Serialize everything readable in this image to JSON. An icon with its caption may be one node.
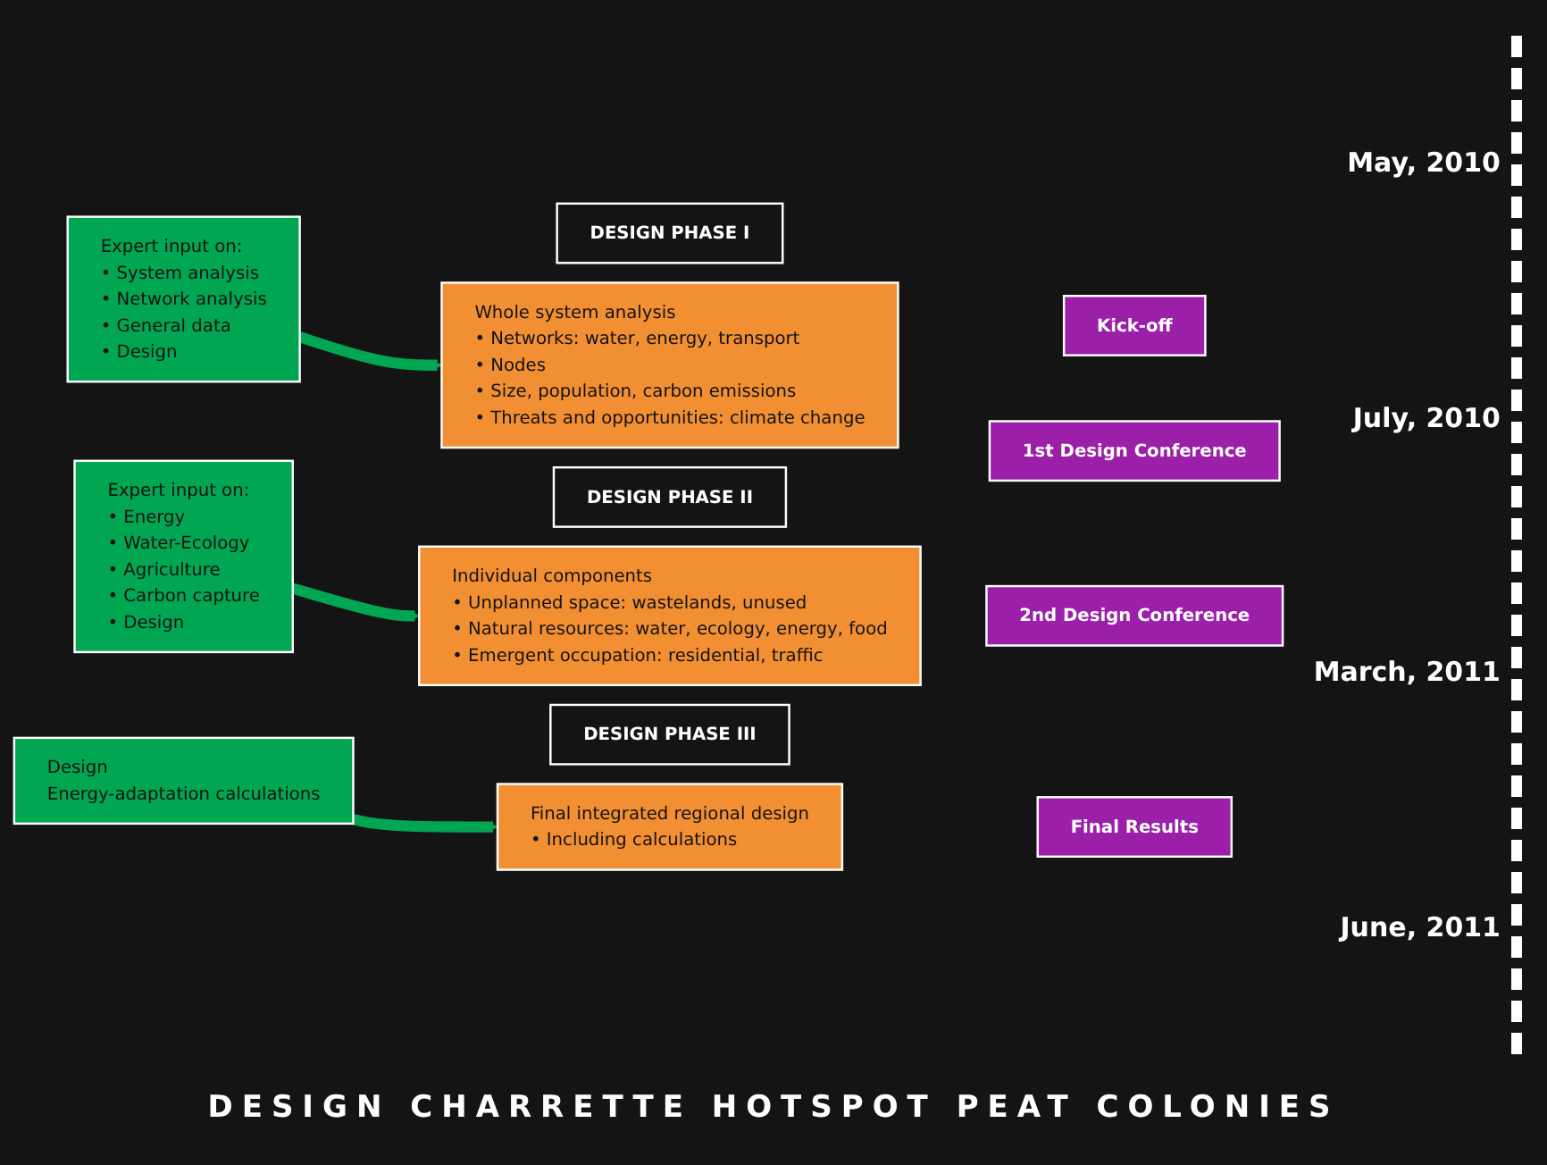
{
  "diagram": {
    "title": "DESIGN CHARRETTE HOTSPOT PEAT COLONIES",
    "nodes": [
      {
        "text": [
          "DESIGN PHASE I"
        ]
      },
      {
        "text": [
          "Kick-off"
        ]
      },
      {
        "text": [
          "Expert input on:",
          "• System analysis",
          "• Network analysis",
          "• General data",
          "• Design"
        ]
      },
      {
        "text": [
          "Whole system analysis",
          "• Networks: water, energy, transport",
          "• Nodes",
          "• Size, population, carbon emissions",
          "• Threats and opportunities: climate change"
        ]
      },
      {
        "text": [
          "1st Design Conference"
        ]
      },
      {
        "text": [
          "DESIGN PHASE II"
        ]
      },
      {
        "text": [
          "Expert input on:",
          "• Energy",
          "• Water-Ecology",
          "• Agriculture",
          "• Carbon capture",
          "• Design"
        ]
      },
      {
        "text": [
          "Individual components",
          "• Unplanned space: wastelands, unused",
          "• Natural resources: water, ecology, energy, food",
          "• Emergent occupation: residential, traffic"
        ]
      },
      {
        "text": [
          "2nd Design Conference"
        ]
      },
      {
        "text": [
          "DESIGN PHASE III"
        ]
      },
      {
        "text": [
          "Design",
          "Energy-adaptation calculations"
        ]
      },
      {
        "text": [
          "Final integrated regional design",
          "• Including calculations"
        ]
      },
      {
        "text": [
          "Final Results"
        ]
      }
    ],
    "edges": [
      {
        "from": 2,
        "to": 3,
        "arrow": "to"
      },
      {
        "from": 6,
        "to": 7,
        "arrow": "to"
      },
      {
        "from": 10,
        "to": 11,
        "arrow": "to"
      }
    ],
    "labels": [
      "May, 2010",
      "July, 2010",
      "March, 2011",
      "June, 2011"
    ]
  }
}
